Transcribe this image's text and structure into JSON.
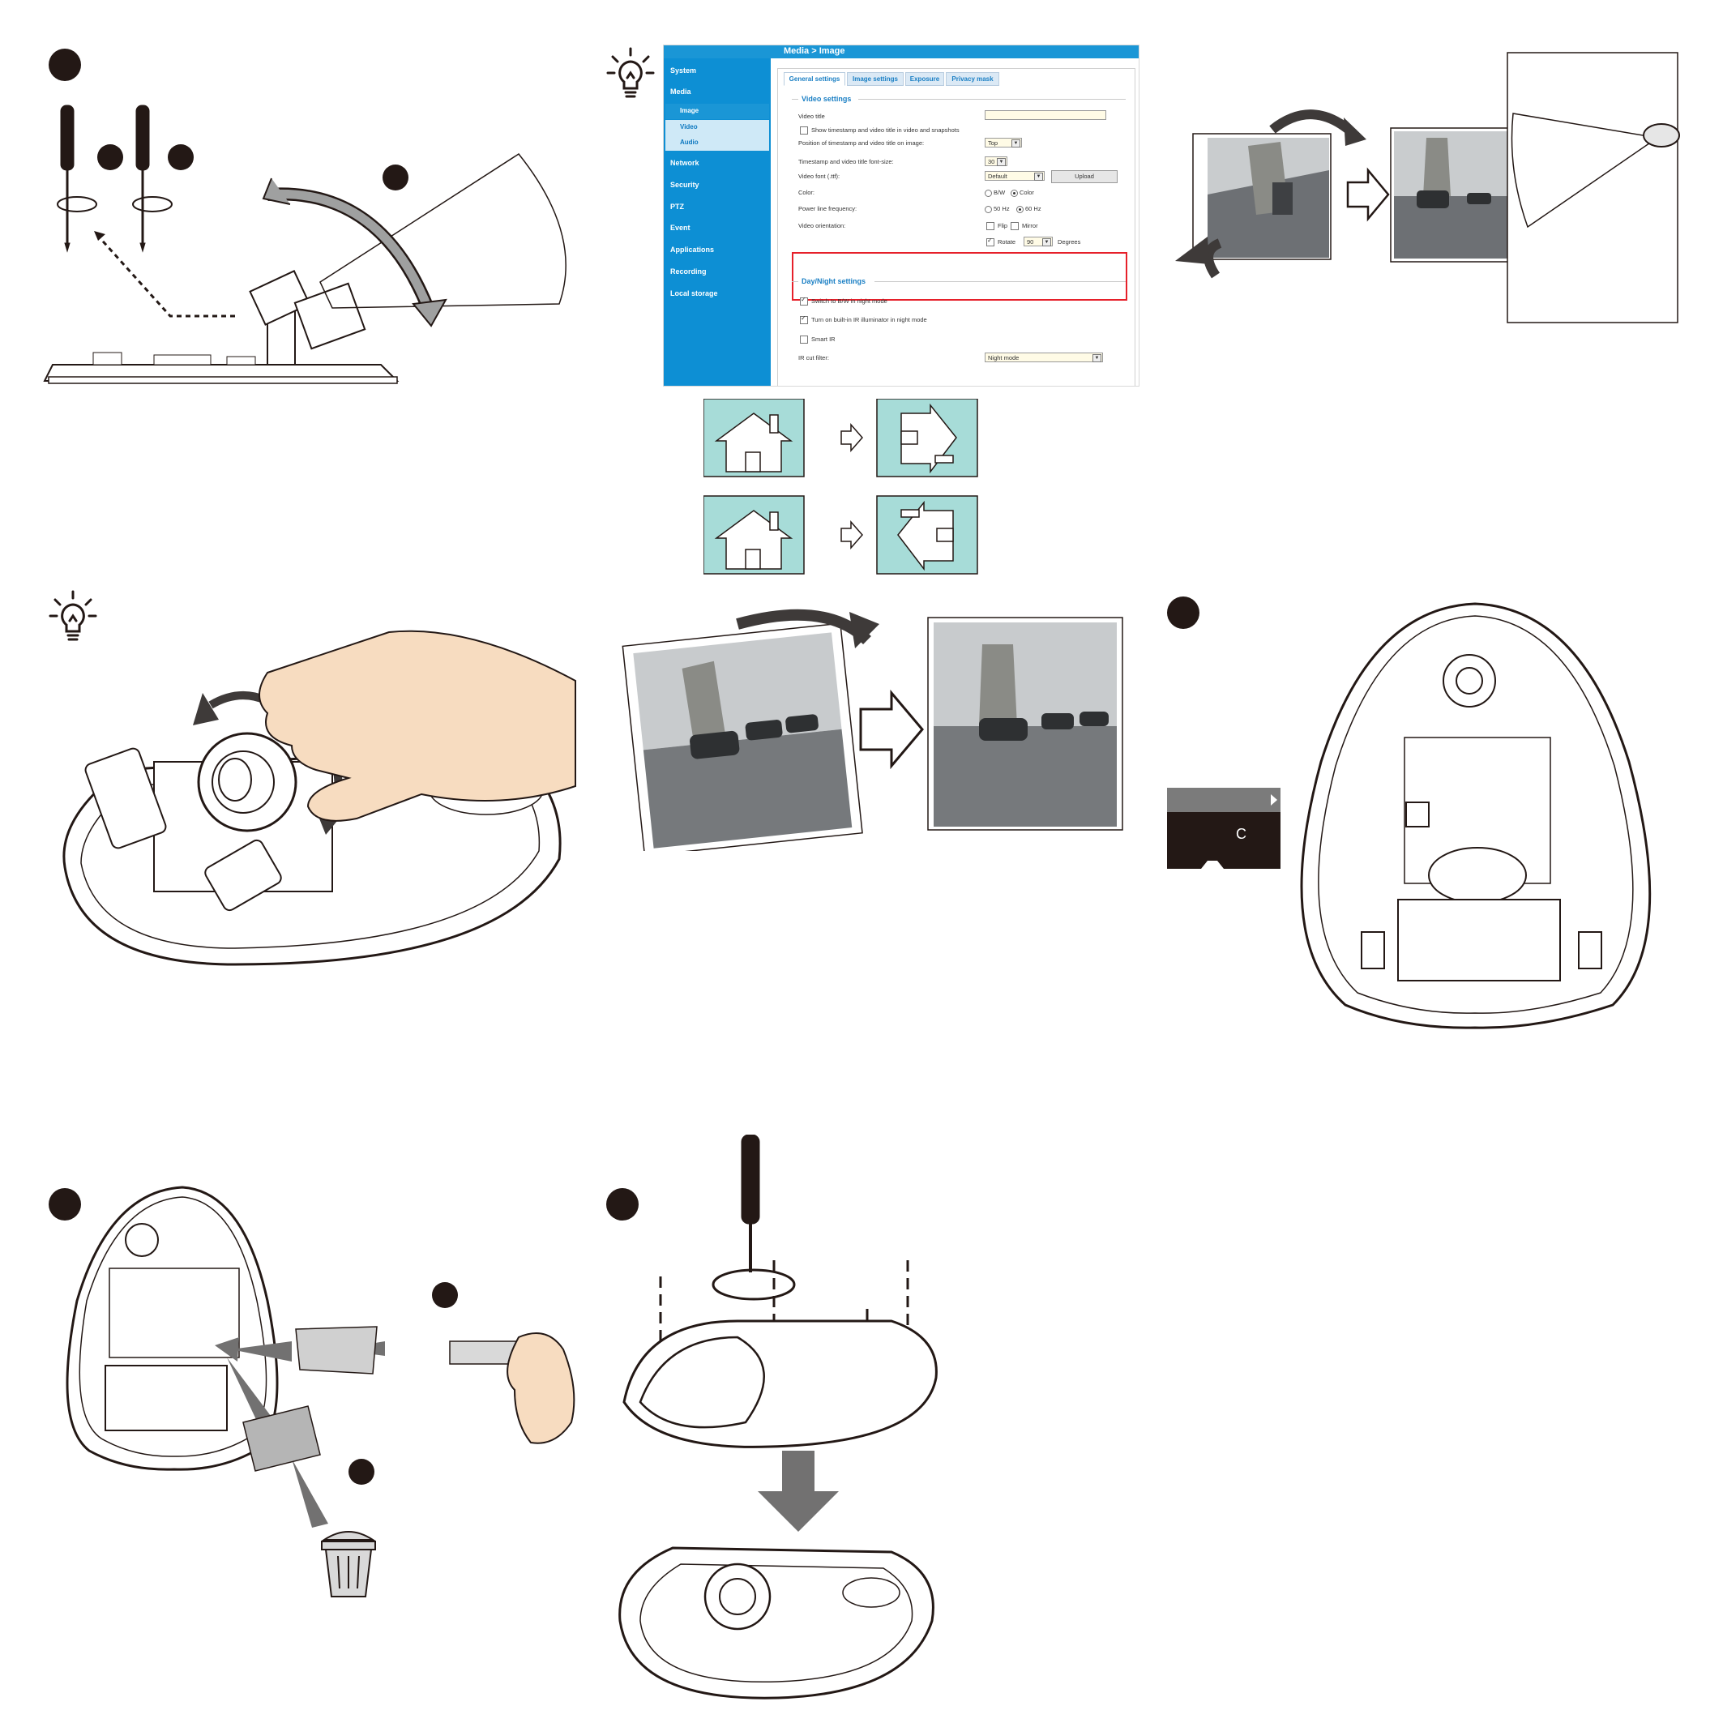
{
  "ui": {
    "breadcrumb": "Media  > Image",
    "sidebar": [
      "System",
      "Media",
      "Network",
      "Security",
      "PTZ",
      "Event",
      "Applications",
      "Recording",
      "Local storage"
    ],
    "media_sub": [
      "Image",
      "Video",
      "Audio"
    ],
    "tabs": [
      "General settings",
      "Image settings",
      "Exposure",
      "Privacy mask"
    ],
    "video_settings": {
      "heading": "Video settings",
      "video_title_label": "Video title",
      "video_title_value": "",
      "show_timestamp_label": "Show timestamp and video title in video and snapshots",
      "position_label": "Position of timestamp and video title on image:",
      "position_value": "Top",
      "font_size_label": "Timestamp and video title font-size:",
      "font_size_value": "30",
      "video_font_label": "Video font (.ttf):",
      "video_font_value": "Default",
      "upload_label": "Upload",
      "color_label": "Color:",
      "color_options": [
        "B/W",
        "Color"
      ],
      "power_label": "Power line frequency:",
      "power_options": [
        "50 Hz",
        "60 Hz"
      ],
      "orientation_label": "Video orientation:",
      "flip_label": "Flip",
      "mirror_label": "Mirror",
      "rotate_label": "Rotate",
      "rotate_value": "90",
      "degrees_label": "Degrees"
    },
    "day_night": {
      "heading": "Day/Night settings",
      "bw_label": "Switch to B/W in night mode",
      "ir_label": "Turn on built-in IR illuminator in night mode",
      "smart_ir_label": "Smart IR",
      "ir_cut_label": "IR cut filter:",
      "ir_cut_value": "Night mode"
    }
  },
  "colors": {
    "sidebar_blue": "#0d8fd4",
    "step_dot": "#231815",
    "highlight_red": "#e6202a",
    "house_teal": "#a7dcd8",
    "arrow_gray": "#595757"
  },
  "icons": [
    "lightbulb-icon",
    "screwdriver-icon",
    "rotate-arrow-icon",
    "microsd-card-icon",
    "trash-bin-icon",
    "hand-icon",
    "house-icon",
    "arrow-right-icon"
  ]
}
